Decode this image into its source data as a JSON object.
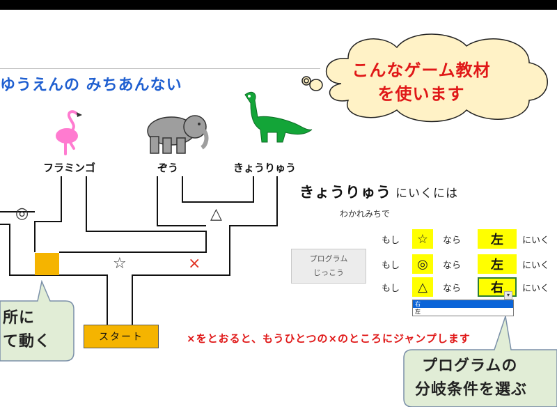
{
  "title": "ゆうえんの みちあんない",
  "animals": [
    {
      "name": "flamingo",
      "label": "フラミンゴ",
      "color": "#ff7bd0"
    },
    {
      "name": "elephant",
      "label": "ぞう",
      "color": "#9e9e9e"
    },
    {
      "name": "dinosaur",
      "label": "きょうりゅう",
      "color": "#13a538"
    }
  ],
  "maze": {
    "symbols": {
      "circle": "◎",
      "triangle": "△",
      "star": "☆",
      "cross": "×"
    },
    "start_label": "スタート"
  },
  "cloud": {
    "line1": "こんなゲーム教材",
    "line2": "を使います"
  },
  "goal": {
    "target": "きょうりゅう",
    "suffix": "にいくには"
  },
  "fork_label": "わかれみちで",
  "run_button": {
    "line1": "プログラム",
    "line2": "じっこう"
  },
  "rules": [
    {
      "if": "もし",
      "symbol": "☆",
      "then": "なら",
      "direction": "左",
      "go": "にいく"
    },
    {
      "if": "もし",
      "symbol": "◎",
      "then": "なら",
      "direction": "左",
      "go": "にいく"
    },
    {
      "if": "もし",
      "symbol": "△",
      "then": "なら",
      "direction": "右",
      "go": "にいく"
    }
  ],
  "dropdown": {
    "options": [
      "右",
      "左"
    ],
    "highlighted": "右"
  },
  "bottom_message": "×をとおると、もうひとつの×のところにジャンプします",
  "callout_left": {
    "line1": "所に",
    "line2": "て動く"
  },
  "callout_right": {
    "line1": "プログラムの",
    "line2": "分岐条件を選ぶ"
  },
  "colors": {
    "accent_blue": "#1f5fd0",
    "red": "#e01818",
    "highlight_yellow": "#ffff00",
    "orange": "#f5b400",
    "callout_fill": "#e1edd6",
    "cloud_fill": "#fff2c6"
  }
}
